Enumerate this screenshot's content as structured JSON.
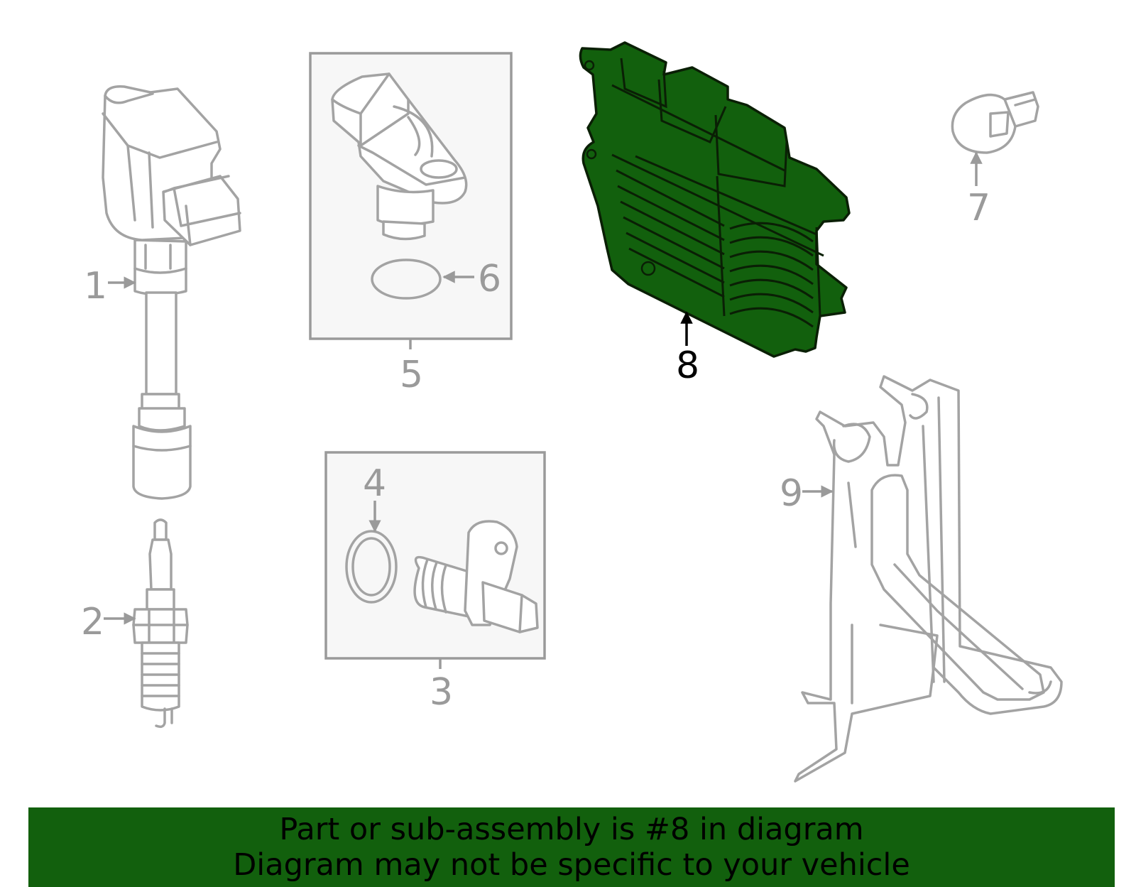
{
  "diagram": {
    "callouts": {
      "c1": "1",
      "c2": "2",
      "c3": "3",
      "c4": "4",
      "c5": "5",
      "c6": "6",
      "c7": "7",
      "c8": "8",
      "c9": "9"
    },
    "highlight_part": "8",
    "colors": {
      "highlight_fill": "#12600d",
      "highlight_stroke": "#0a1f05",
      "part_stroke": "#a3a3a3",
      "callout_text": "#9a9a9a",
      "inset_box_fill": "#f7f7f7"
    }
  },
  "banner": {
    "line1": "Part or sub-assembly is #8 in diagram",
    "line2": "Diagram may not be specific to your vehicle",
    "background": "#12600d"
  }
}
